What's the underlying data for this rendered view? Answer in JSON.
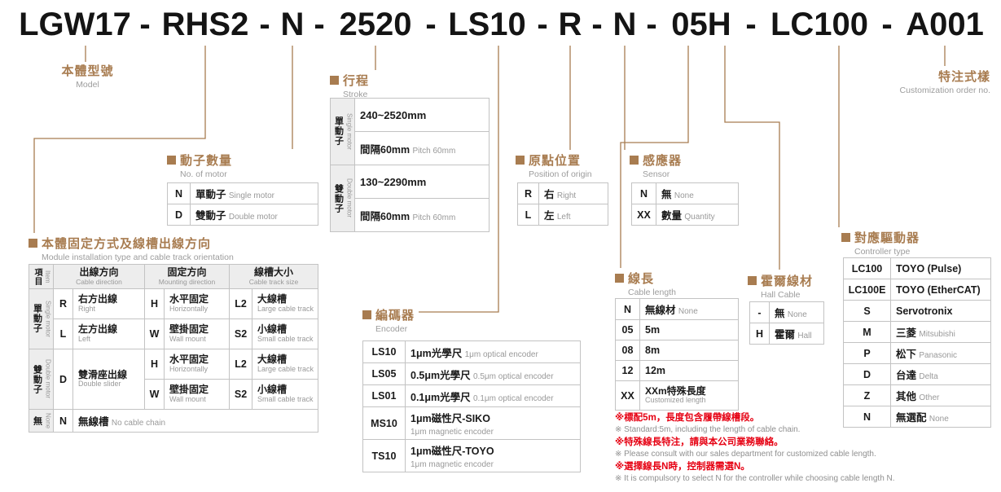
{
  "colors": {
    "accent": "#a87c50",
    "note_red": "#e60012"
  },
  "title": {
    "segments": [
      "LGW17",
      "-",
      "RHS2",
      "-",
      "N",
      "-",
      "2520",
      "-",
      "LS10",
      "-",
      "R",
      "-",
      "N",
      "-",
      "05H",
      "-",
      "LC100",
      "-",
      "A001"
    ]
  },
  "model": {
    "title": "本體型號",
    "subtitle": "Model"
  },
  "custom": {
    "title": "特注式樣",
    "subtitle": "Customization order no."
  },
  "motor_count": {
    "title": "動子數量",
    "subtitle": "No. of motor",
    "rows": [
      {
        "code": "N",
        "cn": "單動子",
        "en": "Single motor"
      },
      {
        "code": "D",
        "cn": "雙動子",
        "en": "Double motor"
      }
    ]
  },
  "stroke": {
    "title": "行程",
    "subtitle": "Stroke",
    "groups": [
      {
        "label_cn": "單動子",
        "label_en": "Single motor",
        "range": "240~2520mm",
        "pitch_cn": "間隔60mm",
        "pitch_en": "Pitch 60mm"
      },
      {
        "label_cn": "雙動子",
        "label_en": "Double motor",
        "range": "130~2290mm",
        "pitch_cn": "間隔60mm",
        "pitch_en": "Pitch 60mm"
      }
    ]
  },
  "origin": {
    "title": "原點位置",
    "subtitle": "Position of origin",
    "rows": [
      {
        "code": "R",
        "cn": "右",
        "en": "Right"
      },
      {
        "code": "L",
        "cn": "左",
        "en": "Left"
      }
    ]
  },
  "sensor": {
    "title": "感應器",
    "subtitle": "Sensor",
    "rows": [
      {
        "code": "N",
        "cn": "無",
        "en": "None"
      },
      {
        "code": "XX",
        "cn": "數量",
        "en": "Quantity"
      }
    ]
  },
  "install": {
    "title": "本體固定方式及線槽出線方向",
    "subtitle": "Module installation type and cable track orientation",
    "headers": {
      "item_cn": "項目",
      "item_en": "Item",
      "dir_cn": "出線方向",
      "dir_en": "Cable direction",
      "mount_cn": "固定方向",
      "mount_en": "Mounting direction",
      "track_cn": "線槽大小",
      "track_en": "Cable track size"
    },
    "groups": {
      "single": {
        "cn": "單動子",
        "en": "Single motor"
      },
      "double": {
        "cn": "雙動子",
        "en": "Double motor"
      },
      "none": {
        "cn": "無",
        "en": "None"
      }
    },
    "rows": {
      "r1": {
        "dir_code": "R",
        "dir_cn": "右方出線",
        "dir_en": "Right",
        "mount_code": "H",
        "mount_cn": "水平固定",
        "mount_en": "Horizontally",
        "track_code": "L2",
        "track_cn": "大線槽",
        "track_en": "Large cable track"
      },
      "r2": {
        "dir_code": "L",
        "dir_cn": "左方出線",
        "dir_en": "Left",
        "mount_code": "W",
        "mount_cn": "壁掛固定",
        "mount_en": "Wall mount",
        "track_code": "S2",
        "track_cn": "小線槽",
        "track_en": "Small cable track"
      },
      "r3": {
        "dir_code": "D",
        "dir_cn": "雙滑座出線",
        "dir_en": "Double slider",
        "mount_code": "H",
        "mount_cn": "水平固定",
        "mount_en": "Horizontally",
        "track_code": "L2",
        "track_cn": "大線槽",
        "track_en": "Large cable track"
      },
      "r4": {
        "mount_code": "W",
        "mount_cn": "壁掛固定",
        "mount_en": "Wall mount",
        "track_code": "S2",
        "track_cn": "小線槽",
        "track_en": "Small cable track"
      },
      "r5": {
        "code": "N",
        "cn": "無線槽",
        "en": "No cable chain"
      }
    }
  },
  "encoder": {
    "title": "編碼器",
    "subtitle": "Encoder",
    "rows": [
      {
        "code": "LS10",
        "cn": "1μm光學尺",
        "en": "1μm optical encoder"
      },
      {
        "code": "LS05",
        "cn": "0.5μm光學尺",
        "en": "0.5μm optical encoder"
      },
      {
        "code": "LS01",
        "cn": "0.1μm光學尺",
        "en": "0.1μm optical encoder"
      },
      {
        "code": "MS10",
        "cn": "1μm磁性尺-SIKO",
        "en": "1μm magnetic encoder"
      },
      {
        "code": "TS10",
        "cn": "1μm磁性尺-TOYO",
        "en": "1μm magnetic encoder"
      }
    ]
  },
  "cable_length": {
    "title": "線長",
    "subtitle": "Cable length",
    "rows": [
      {
        "code": "N",
        "cn": "無線材",
        "en": "None"
      },
      {
        "code": "05",
        "cn": "5m"
      },
      {
        "code": "08",
        "cn": "8m"
      },
      {
        "code": "12",
        "cn": "12m"
      },
      {
        "code": "XX",
        "cn": "XXm特殊長度",
        "en": "Customized length"
      }
    ],
    "notes": [
      {
        "type": "red",
        "text": "※標配5m，長度包含履帶線槽段。"
      },
      {
        "type": "gray",
        "text": "※ Standard:5m, including the length of cable chain."
      },
      {
        "type": "red",
        "text": "※特殊線長特注，請與本公司業務聯絡。"
      },
      {
        "type": "gray",
        "text": "※ Please consult with our sales department for customized cable length."
      },
      {
        "type": "red",
        "text": "※選擇線長N時，控制器需選N。"
      },
      {
        "type": "gray",
        "text": "※ It is compulsory to select N for the controller while choosing cable length N."
      }
    ]
  },
  "hall": {
    "title": "霍爾線材",
    "subtitle": "Hall Cable",
    "rows": [
      {
        "code": "-",
        "cn": "無",
        "en": "None"
      },
      {
        "code": "H",
        "cn": "霍爾",
        "en": "Hall"
      }
    ]
  },
  "controller": {
    "title": "對應驅動器",
    "subtitle": "Controller type",
    "rows": [
      {
        "code": "LC100",
        "cn": "TOYO (Pulse)"
      },
      {
        "code": "LC100E",
        "cn": "TOYO (EtherCAT)"
      },
      {
        "code": "S",
        "cn": "Servotronix"
      },
      {
        "code": "M",
        "cn": "三菱",
        "en": "Mitsubishi"
      },
      {
        "code": "P",
        "cn": "松下",
        "en": "Panasonic"
      },
      {
        "code": "D",
        "cn": "台達",
        "en": "Delta"
      },
      {
        "code": "Z",
        "cn": "其他",
        "en": "Other"
      },
      {
        "code": "N",
        "cn": "無選配",
        "en": "None"
      }
    ]
  }
}
